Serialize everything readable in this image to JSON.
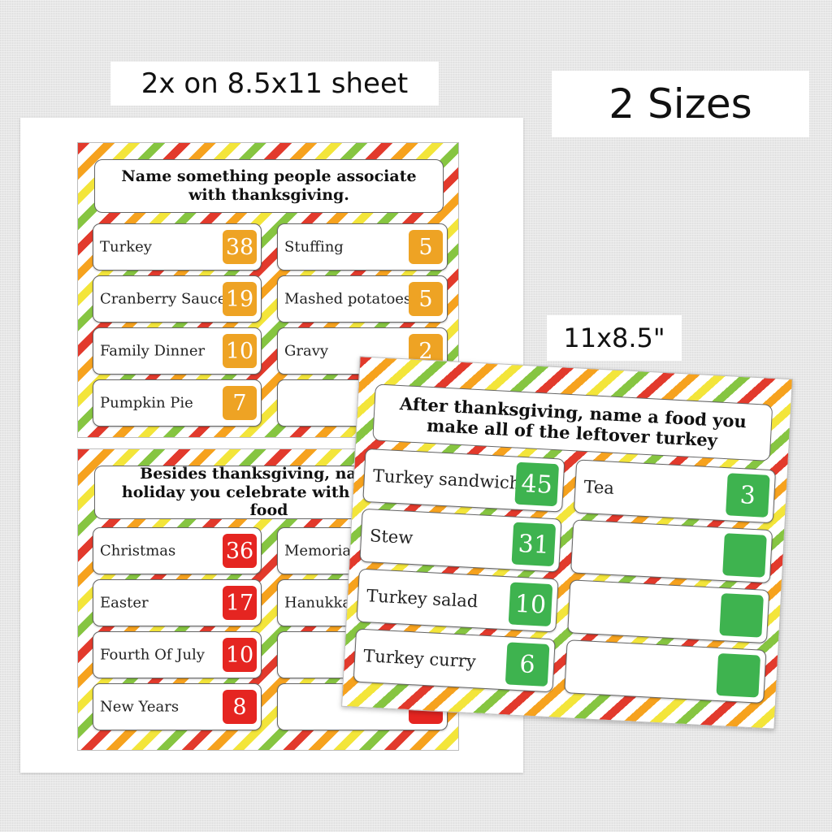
{
  "labels": {
    "sheet": "2x on 8.5x11 sheet",
    "sizes": "2 Sizes",
    "landscape": "11x8.5\""
  },
  "colors": {
    "orange": "#eea324",
    "red": "#e52521",
    "green": "#3eb34f"
  },
  "cards": [
    {
      "question": "Name something people associate with thanksgiving.",
      "answers": [
        {
          "text": "Turkey",
          "score": "38"
        },
        {
          "text": "Cranberry Sauce",
          "score": "19"
        },
        {
          "text": "Family Dinner",
          "score": "10"
        },
        {
          "text": "Pumpkin Pie",
          "score": "7"
        },
        {
          "text": "Stuffing",
          "score": "5"
        },
        {
          "text": "Mashed potatoes",
          "score": "5"
        },
        {
          "text": "Gravy",
          "score": "2"
        },
        {
          "text": "",
          "score": ""
        }
      ]
    },
    {
      "question": "Besides thanksgiving, name a holiday you celebrate with a lot of food",
      "answers": [
        {
          "text": "Christmas",
          "score": "36"
        },
        {
          "text": "Easter",
          "score": "17"
        },
        {
          "text": "Fourth Of July",
          "score": "10"
        },
        {
          "text": "New Years",
          "score": "8"
        },
        {
          "text": "Memorial Day",
          "score": ""
        },
        {
          "text": "Hanukkah",
          "score": ""
        },
        {
          "text": "",
          "score": ""
        },
        {
          "text": "",
          "score": ""
        }
      ]
    },
    {
      "question": "After thanksgiving, name a food you make all of the leftover turkey",
      "answers": [
        {
          "text": "Turkey sandwich",
          "score": "45"
        },
        {
          "text": "Stew",
          "score": "31"
        },
        {
          "text": "Turkey salad",
          "score": "10"
        },
        {
          "text": "Turkey curry",
          "score": "6"
        },
        {
          "text": "Tea",
          "score": "3"
        },
        {
          "text": "",
          "score": ""
        },
        {
          "text": "",
          "score": ""
        },
        {
          "text": "",
          "score": ""
        }
      ]
    }
  ]
}
